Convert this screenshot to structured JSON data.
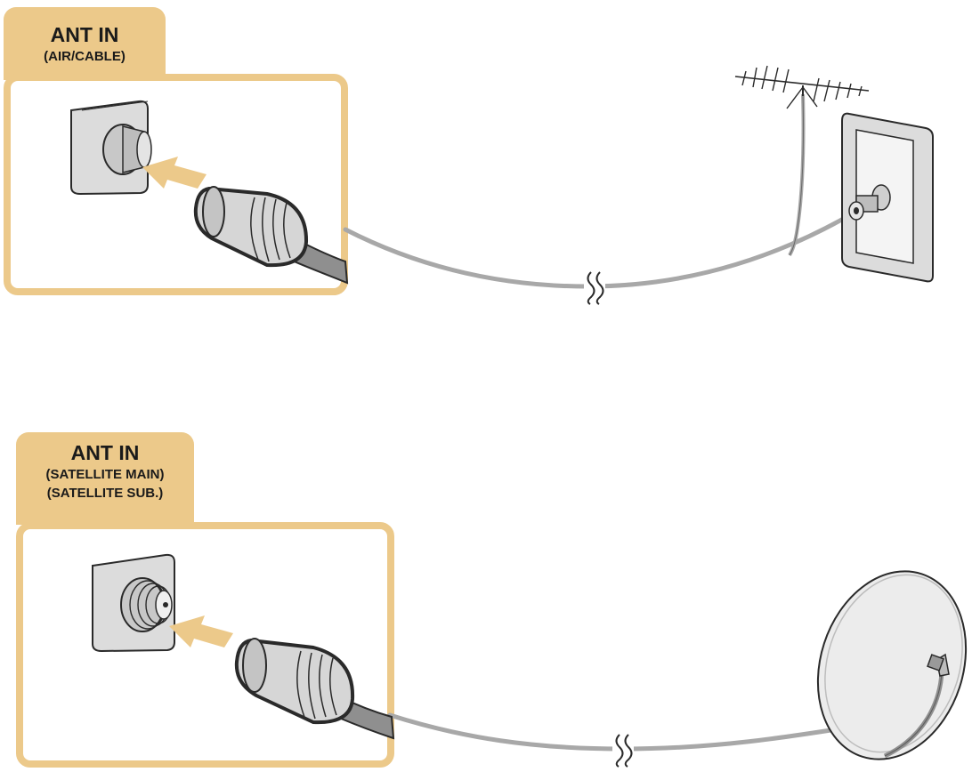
{
  "diagrams": [
    {
      "label_title": "ANT IN",
      "label_sub": [
        "(AIR/CABLE)"
      ],
      "source_device": "antenna-wall-outlet-icon"
    },
    {
      "label_title": "ANT IN",
      "label_sub": [
        "(SATELLITE MAIN)",
        "(SATELLITE SUB.)"
      ],
      "source_device": "satellite-dish-icon"
    }
  ],
  "colors": {
    "accent": "#ecc98a",
    "cable": "#a8a8a8",
    "device_fill": "#dcdcdc",
    "outline": "#2a2a2a"
  }
}
